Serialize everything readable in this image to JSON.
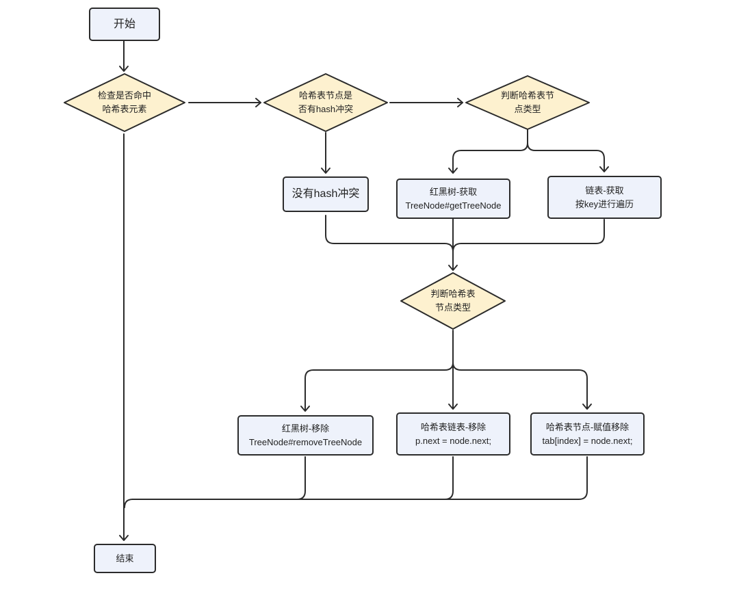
{
  "nodes": {
    "start": {
      "label": "开始"
    },
    "check_hit": {
      "line1": "检查是否命中",
      "line2": "哈希表元素"
    },
    "hash_conflict": {
      "line1": "哈希表节点是",
      "line2": "否有hash冲突"
    },
    "judge_type_1": {
      "line1": "判断哈希表节",
      "line2": "点类型"
    },
    "no_conflict": {
      "label": "没有hash冲突"
    },
    "rbtree_get": {
      "line1": "红黑树-获取",
      "line2": "TreeNode#getTreeNode"
    },
    "list_get": {
      "line1": "链表-获取",
      "line2": "按key进行遍历"
    },
    "judge_type_2": {
      "line1": "判断哈希表",
      "line2": "节点类型"
    },
    "rbtree_remove": {
      "line1": "红黑树-移除",
      "line2": "TreeNode#removeTreeNode"
    },
    "list_remove": {
      "line1": "哈希表链表-移除",
      "line2": "p.next = node.next;"
    },
    "node_remove": {
      "line1": "哈希表节点-赋值移除",
      "line2": "tab[index] = node.next;"
    },
    "end": {
      "label": "结束"
    }
  },
  "colors": {
    "process_fill": "#eef2fb",
    "decision_fill": "#fdf1cf",
    "stroke": "#2b2b2b"
  }
}
